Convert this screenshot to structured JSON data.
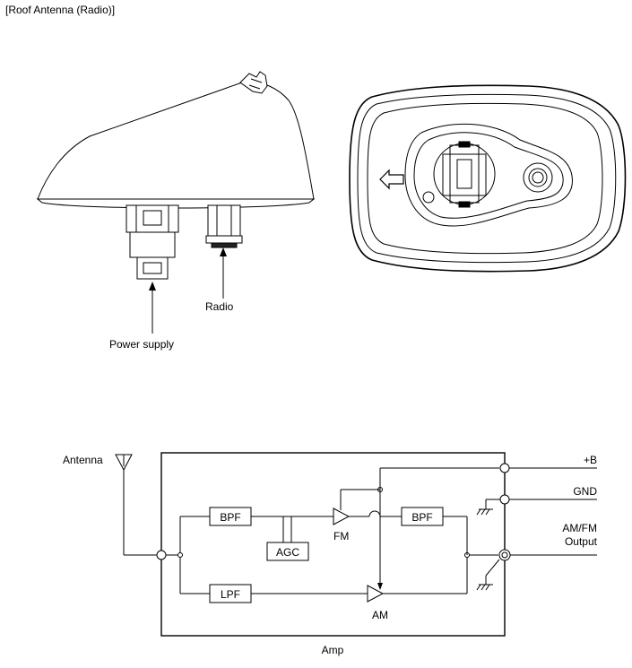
{
  "page": {
    "title": "[Roof Antenna (Radio)]"
  },
  "antenna": {
    "callouts": {
      "radio": "Radio",
      "power_supply": "Power supply"
    }
  },
  "circuit": {
    "antenna_label": "Antenna",
    "blocks": {
      "bpf_in": "BPF",
      "agc": "AGC",
      "lpf": "LPF",
      "bpf_out": "BPF"
    },
    "amps": {
      "fm": "FM",
      "am": "AM"
    },
    "terminals": {
      "plus_b": "+B",
      "gnd": "GND",
      "output_line1": "AM/FM",
      "output_line2": "Output"
    },
    "box_label": "Amp"
  }
}
